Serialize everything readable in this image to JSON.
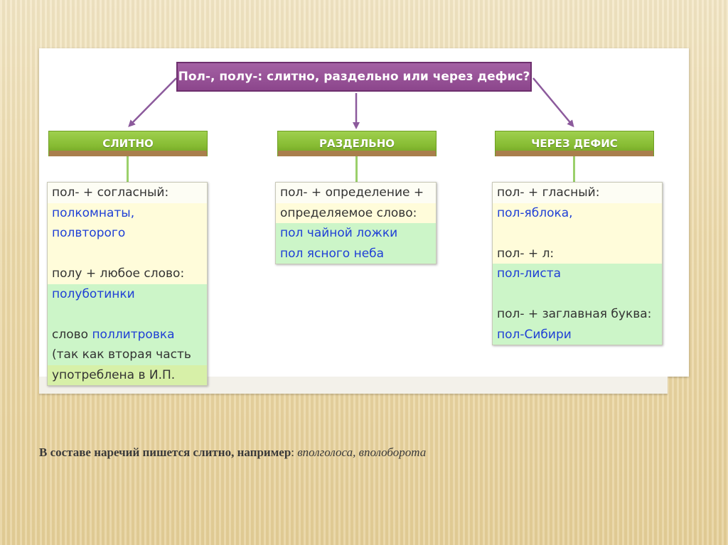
{
  "title": "Пол-, полу-: слитно, раздельно или через дефис?",
  "columns": [
    {
      "heading": "СЛИТНО",
      "rows": [
        {
          "text": "пол- + согласный:",
          "style": "dark"
        },
        {
          "text": "полкомнаты,",
          "style": "blue"
        },
        {
          "text": "полвторого",
          "style": "blue"
        },
        {
          "text": "",
          "style": "blank"
        },
        {
          "text": "полу + любое слово:",
          "style": "dark"
        },
        {
          "text": "полуботинки",
          "style": "blue"
        },
        {
          "text": "",
          "style": "blank"
        },
        {
          "text_prefix": "слово ",
          "text_term": "поллитровка",
          "style": "mixed"
        },
        {
          "text": "(так как вторая часть",
          "style": "dark"
        },
        {
          "text": "употреблена в И.П.",
          "style": "dark"
        }
      ]
    },
    {
      "heading": "РАЗДЕЛЬНО",
      "rows": [
        {
          "text": "пол- + определение +",
          "style": "dark"
        },
        {
          "text": "определяемое слово:",
          "style": "dark"
        },
        {
          "text": "пол чайной ложки",
          "style": "blue"
        },
        {
          "text": "пол ясного неба",
          "style": "blue"
        }
      ]
    },
    {
      "heading": "ЧЕРЕЗ ДЕФИС",
      "rows": [
        {
          "text": "пол- + гласный:",
          "style": "dark"
        },
        {
          "text": "пол-яблока,",
          "style": "blue"
        },
        {
          "text": "",
          "style": "blank"
        },
        {
          "text": "пол- + л:",
          "style": "dark"
        },
        {
          "text": "пол-листа",
          "style": "blue"
        },
        {
          "text": "",
          "style": "blank"
        },
        {
          "text": "пол- + заглавная буква:",
          "style": "dark"
        },
        {
          "text": "пол-Сибири",
          "style": "blue"
        }
      ]
    }
  ],
  "footer": {
    "bold_part": "В составе наречий пишется слитно, например",
    "colon": ": ",
    "italic_part": "вполголоса, вполоборота"
  },
  "colors": {
    "title_bg": "#9a5a9a",
    "heading_bg": "#8cc63f",
    "heading_underline": "#a97e4c",
    "connector": "#9bd06b",
    "arrow": "#8c5a9c",
    "example_text": "#1f3fd6",
    "body_text": "#333333"
  }
}
